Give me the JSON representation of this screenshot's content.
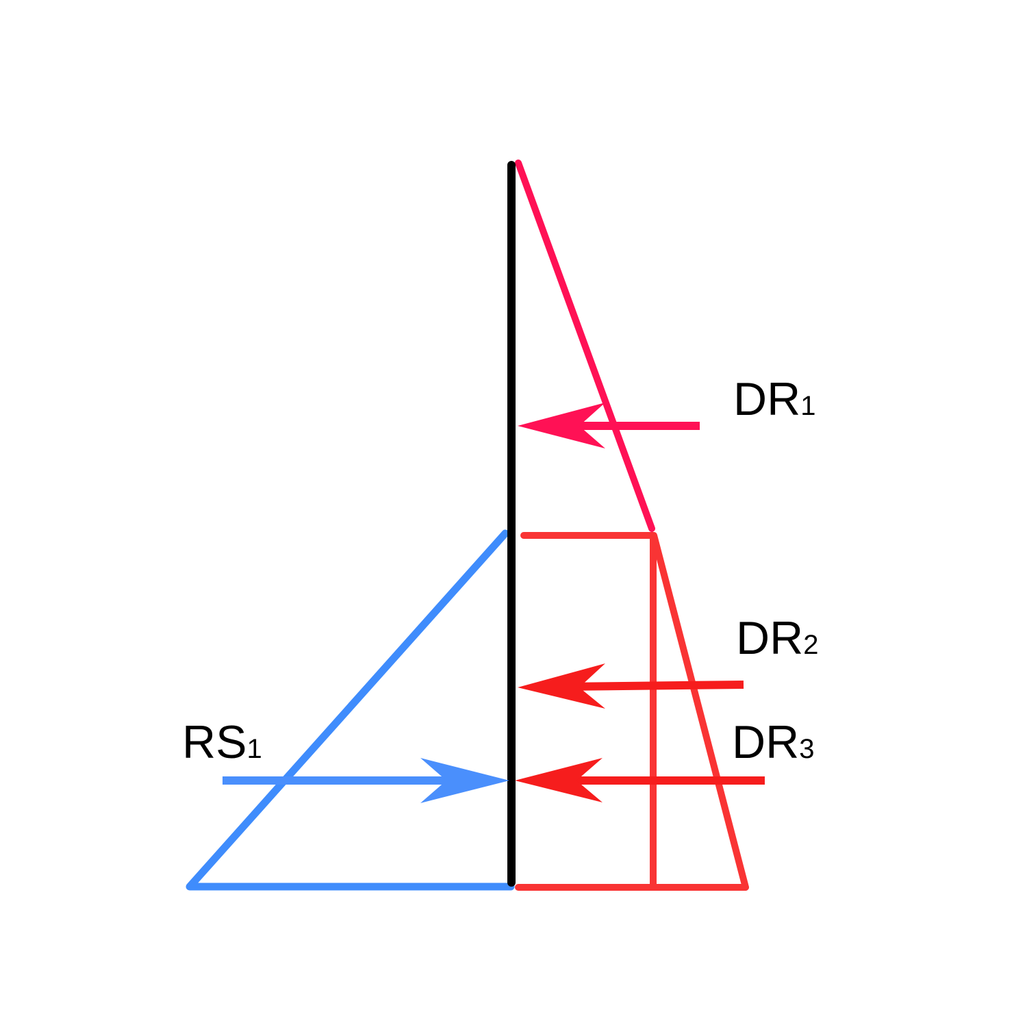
{
  "diagram": {
    "labels": {
      "dr1": {
        "main": "DR",
        "sub": "1"
      },
      "dr2": {
        "main": "DR",
        "sub": "2"
      },
      "dr3": {
        "main": "DR",
        "sub": "3"
      },
      "rs1": {
        "main": "RS",
        "sub": "1"
      }
    },
    "colors": {
      "wall": "#000000",
      "dr1": "#ff1155",
      "dr2": "#f61d1d",
      "dr3": "#f61d1d",
      "dr_block": "#f93434",
      "rs1": "#3f8cfc"
    }
  }
}
